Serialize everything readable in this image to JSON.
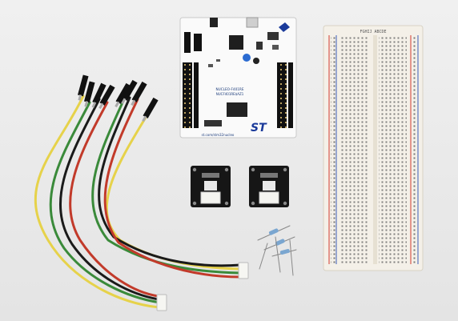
{
  "board": {
    "model_label": "NUCLEO-F401RE",
    "part_label": "NUCF401RE$AZ1",
    "url_label": "st.com/stm32nucleo",
    "logo_text": "ST"
  },
  "breadboard": {
    "top_labels": "FGHIJ  ABCDE"
  },
  "sensor_modules": [
    {
      "name": "sensor-module-left"
    },
    {
      "name": "sensor-module-right"
    }
  ],
  "colors": {
    "background": "#ececec",
    "board_pcb": "#ffffff",
    "breadboard": "#f4f0e8",
    "rail_red": "#d23a2e",
    "rail_blue": "#3a5bb8",
    "sensor_pcb": "#161616",
    "wire_green": "#3a8a3a",
    "wire_yellow": "#e6d24a",
    "wire_red": "#c23a2a",
    "wire_black": "#1a1a1a",
    "resistor_body": "#7aa6d0"
  }
}
